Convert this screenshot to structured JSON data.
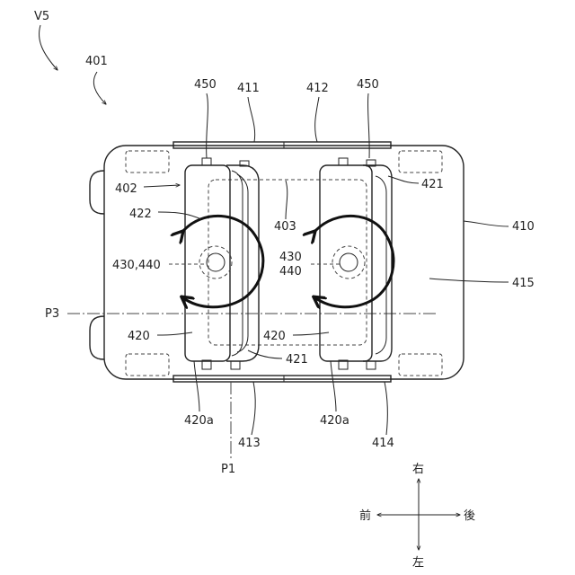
{
  "labels": {
    "view": "V5",
    "vehicle": "401",
    "seat_unit": "402",
    "floor_region": "403",
    "body": "410",
    "rail_411": "411",
    "rail_412": "412",
    "rail_413": "413",
    "rail_414": "414",
    "floor": "415",
    "seat_left": "420",
    "seat_right": "420",
    "seat_front_left": "420a",
    "seat_front_right": "420a",
    "backrest_bottom": "421",
    "backrest_right": "421",
    "cushion": "422",
    "axis_left": "430,440",
    "axis_right_a": "430",
    "axis_right_b": "440",
    "mount_left": "450",
    "mount_right": "450",
    "line_p1": "P1",
    "line_p3": "P3"
  },
  "compass": {
    "up": "右",
    "down": "左",
    "left": "前",
    "right": "後"
  }
}
